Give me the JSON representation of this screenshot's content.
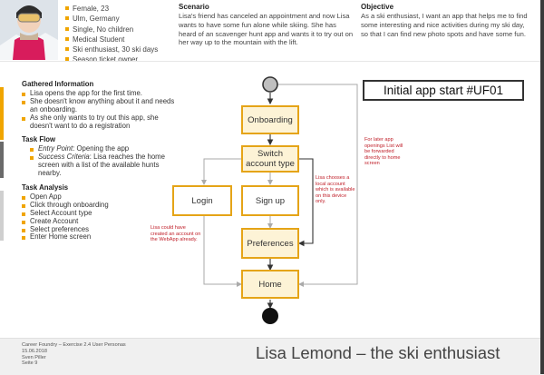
{
  "persona": {
    "profile": [
      "Female, 23",
      "Ulm, Germany",
      "Single, No children",
      "Medical Student",
      "Ski enthusiast, 30 ski days",
      "Season ticket owner"
    ]
  },
  "scenario": {
    "title": "Scenario",
    "text": "Lisa's friend has canceled an appointment and now Lisa wants to have some fun alone while skiing. She has heard of an scavenger hunt app and wants it to try out on her way up to the mountain with the lift."
  },
  "objective": {
    "title": "Objective",
    "text": "As a ski enthusiast, I want an app that helps me to find some interesting and nice activities during my ski day, so that I can find new photo spots and have some fun."
  },
  "gathered_info": {
    "title": "Gathered Information",
    "items": [
      "Lisa opens the app for the first time.",
      "She doesn't know anything about it and needs an onboarding.",
      "As she only wants to try out this app, she doesn't want to do a registration"
    ]
  },
  "task_flow": {
    "title": "Task Flow",
    "entry_label": "Entry Point",
    "entry_value": ": Opening the app",
    "success_label": "Success Criteria",
    "success_value": ": Lisa reaches the home screen with a list of the available hunts nearby."
  },
  "task_analysis": {
    "title": "Task Analysis",
    "items": [
      "Open App",
      "Click through onboarding",
      "Select Account type",
      "Create Account",
      "Select preferences",
      "Enter Home screen"
    ]
  },
  "flow": {
    "title": "Initial app start #UF01",
    "nodes": {
      "onboarding": "Onboarding",
      "switch": "Switch account type",
      "login": "Login",
      "signup": "Sign up",
      "preferences": "Preferences",
      "home": "Home"
    },
    "notes": {
      "local_account": "Lisa chooses a local account which is available on this device only.",
      "later_openings": "For later app openings List will be forwarded directly to home screen",
      "webapp_account": "Lisa could have created an account on the WebApp already."
    }
  },
  "footer": {
    "lines": [
      "Career Foundry – Exercise 2.4 User Personas",
      "15.06.2018",
      "Sven Piller",
      "Seite 9"
    ],
    "title": "Lisa Lemond – the ski enthusiast"
  },
  "colors": {
    "accent": "#f0a500",
    "node_border": "#e5a417",
    "node_fill": "#fdf3d6",
    "note_red": "#c0202a"
  }
}
